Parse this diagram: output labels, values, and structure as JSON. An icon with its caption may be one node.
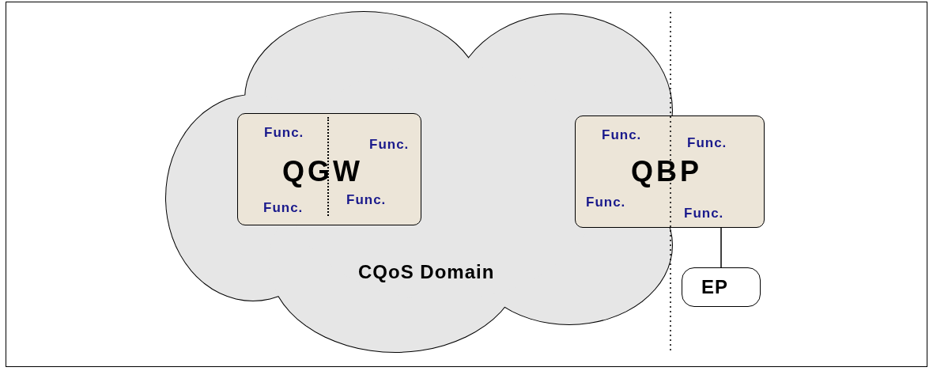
{
  "diagram": {
    "nodes": [
      {
        "text": [
          "CQoS Domain"
        ]
      },
      {
        "text": [
          "Func.",
          "Func.",
          "QGW",
          "Func.",
          "Func."
        ],
        "in": 0
      },
      {
        "text": [
          "Func.",
          "Func.",
          "QBP",
          "Func.",
          "Func."
        ]
      },
      {
        "text": [
          "EP"
        ]
      }
    ],
    "edges": [
      {
        "from": 2,
        "to": 3,
        "arrow": "none"
      }
    ]
  }
}
